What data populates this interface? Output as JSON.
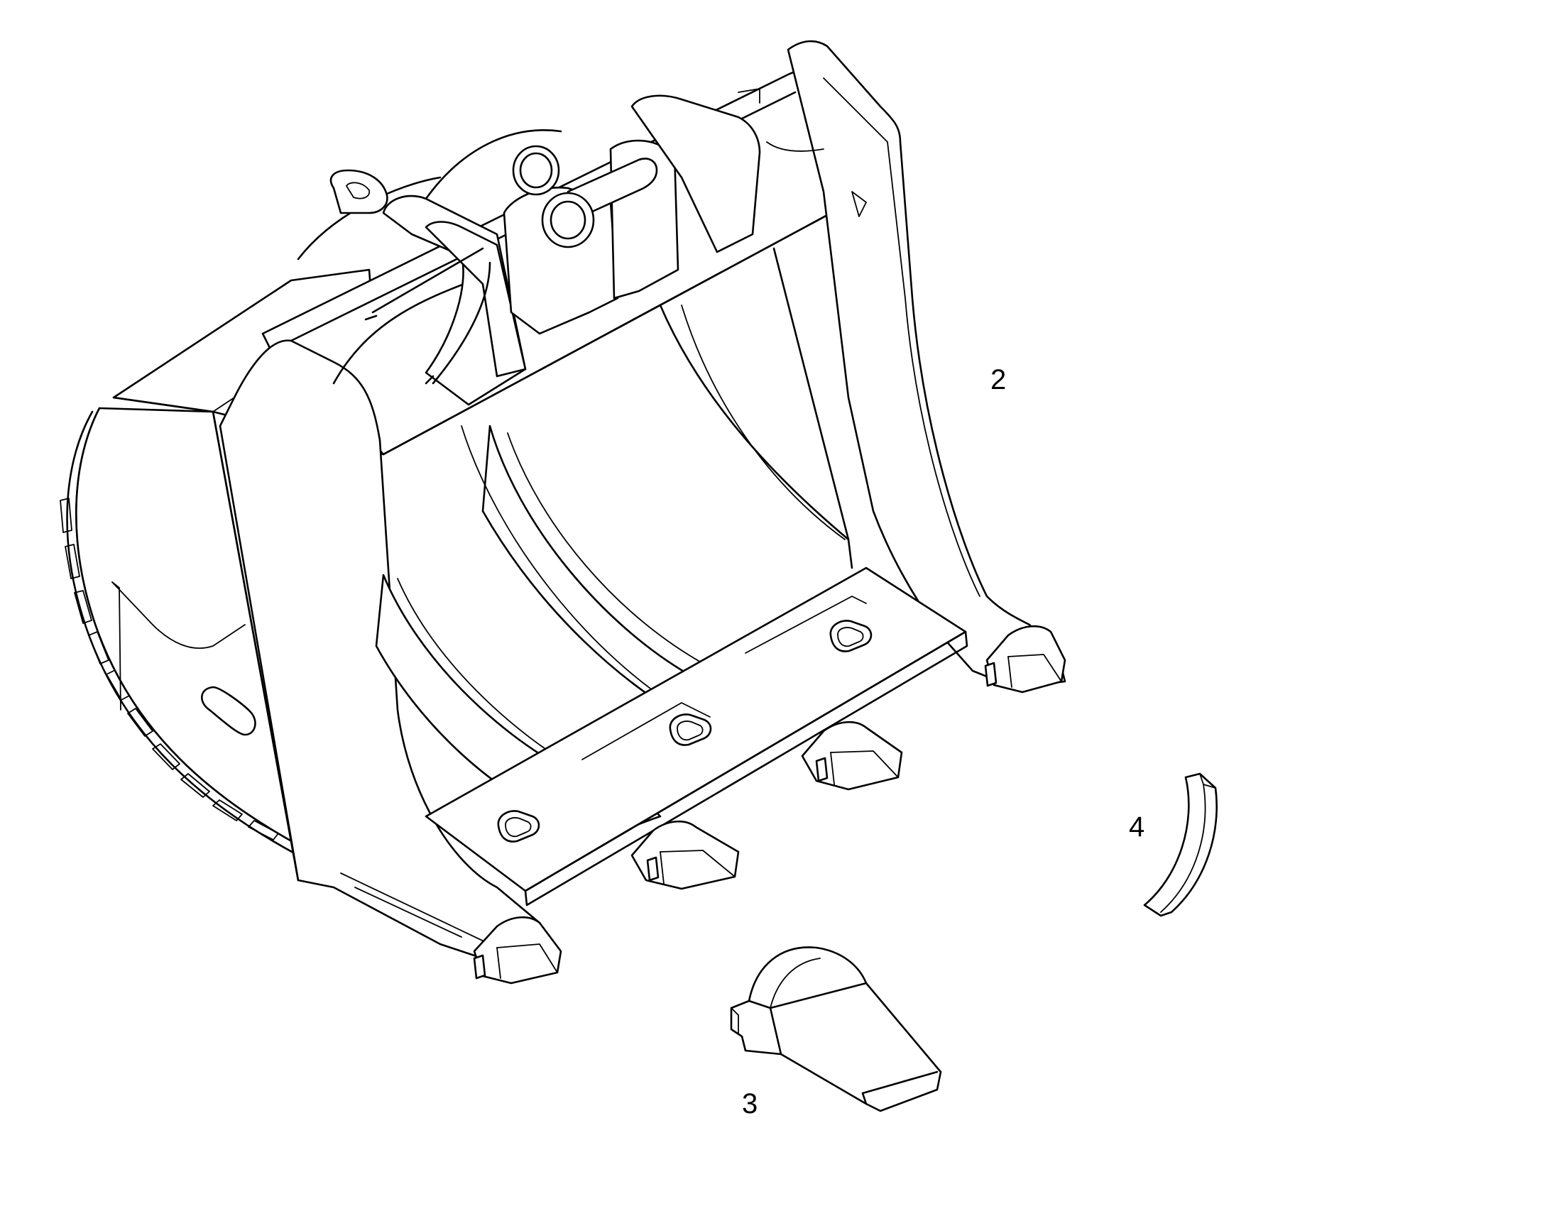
{
  "callouts": {
    "bucket": "2",
    "tooth": "3",
    "side_cutter": "4"
  },
  "icons": {
    "bucket": "excavator-rock-bucket-drawing",
    "tooth": "bucket-tooth-drawing",
    "side_cutter": "side-cutter-drawing"
  },
  "colors": {
    "line": "#000000",
    "background": "#ffffff"
  }
}
